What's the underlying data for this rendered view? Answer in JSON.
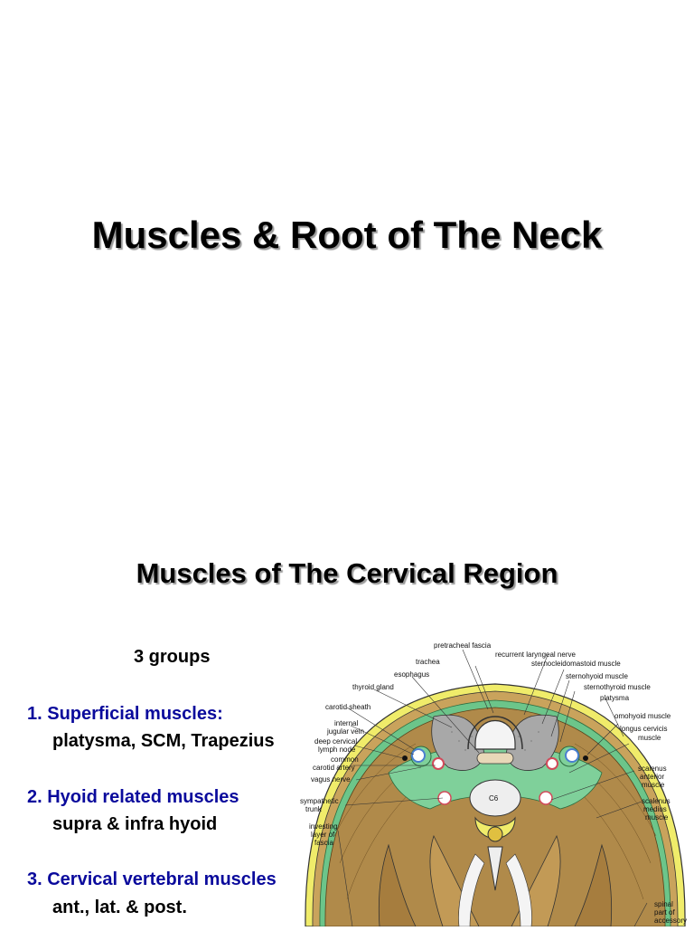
{
  "slide": {
    "title": "Muscles & Root of The Neck",
    "section_title": "Muscles of The Cervical Region",
    "groups_label": "3 groups",
    "groups": [
      {
        "heading": "1. Superficial muscles:",
        "detail": "platysma, SCM, Trapezius"
      },
      {
        "heading": "2. Hyoid related muscles",
        "detail": "supra & infra hyoid"
      },
      {
        "heading": "3. Cervical vertebral muscles",
        "detail": "ant., lat. & post."
      }
    ]
  },
  "figure": {
    "vertebra_label": "C6",
    "labels": {
      "pretracheal_fascia": "pretracheal fascia",
      "recurrent_laryngeal_nerve": "recurrent laryngeal nerve",
      "trachea": "trachea",
      "sternocleidomastoid_muscle": "sternocleidomastoid muscle",
      "esophagus": "esophagus",
      "sternohyoid_muscle": "sternohyoid muscle",
      "thyroid_gland": "thyroid gland",
      "sternothyroid_muscle": "sternothyroid muscle",
      "platysma": "platysma",
      "carotid_sheath": "carotid sheath",
      "omohyoid_muscle": "omohyoid muscle",
      "internal_jugular_vein_1": "internal",
      "internal_jugular_vein_2": "jugular vein",
      "longus_cervicis_1": "longus cervicis",
      "longus_cervicis_2": "muscle",
      "deep_cervical_1": "deep cervical",
      "deep_cervical_2": "lymph node",
      "common_carotid_1": "common",
      "common_carotid_2": "carotid artery",
      "scalenus_anterior_1": "scalenus",
      "scalenus_anterior_2": "anterior",
      "scalenus_anterior_3": "muscle",
      "vagus_nerve": "vagus nerve",
      "sympathetic_trunk_1": "sympathetic",
      "sympathetic_trunk_2": "trunk",
      "scalenus_medius_1": "scalenus",
      "scalenus_medius_2": "medius",
      "scalenus_medius_3": "muscle",
      "investing_layer_1": "investing",
      "investing_layer_2": "layer of",
      "investing_layer_3": "fascia",
      "spinal_accessory_1": "spinal",
      "spinal_accessory_2": "part of",
      "spinal_accessory_3": "accessory"
    },
    "colors": {
      "muscle": "#b08a4a",
      "muscle_dark": "#7a5a28",
      "fascia_yellow": "#f0ec6a",
      "fascia_green": "#6cc58a",
      "gland": "#a8a8a8",
      "cartilage": "#f4f4f4",
      "vessel_blue": "#4a7fd0",
      "artery_red": "#d24a5a"
    }
  }
}
